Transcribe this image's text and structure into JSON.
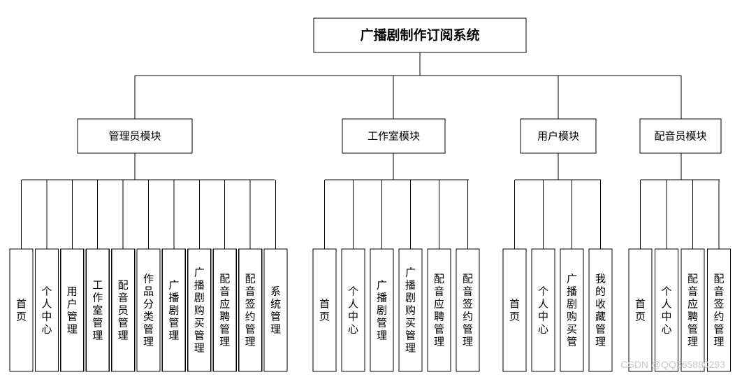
{
  "root": "广播剧制作订阅系统",
  "modules": [
    {
      "label": "管理员模块",
      "items": [
        "首页",
        "个人中心",
        "用户管理",
        "工作室管理",
        "配音员管理",
        "作品分类管理",
        "广播剧管理",
        "广播剧购买管理",
        "配音应聘管理",
        "配音签约管理",
        "系统管理"
      ]
    },
    {
      "label": "工作室模块",
      "items": [
        "首页",
        "个人中心",
        "广播剧管理",
        "广播剧购买管理",
        "配音应聘管理",
        "配音签约管理"
      ]
    },
    {
      "label": "用户模块",
      "items": [
        "首页",
        "个人中心",
        "广播剧购买管",
        "我的收藏管理"
      ]
    },
    {
      "label": "配音员模块",
      "items": [
        "首页",
        "个人中心",
        "配音应聘管理",
        "配音签约管理"
      ]
    }
  ],
  "watermark": "CSDN @QQ365880293"
}
